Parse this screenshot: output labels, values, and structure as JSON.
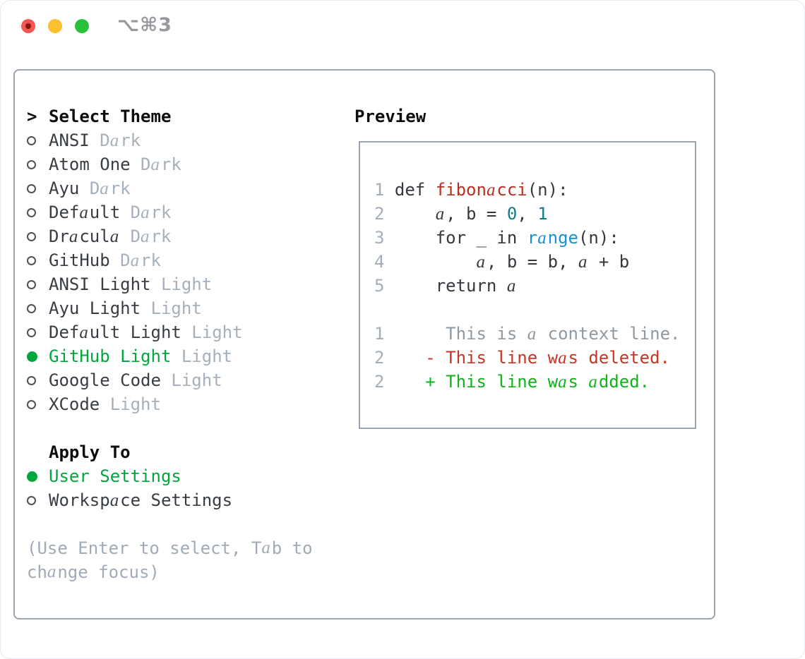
{
  "titlebar": {
    "shortcut": "⌥⌘3",
    "buttons": [
      "close",
      "minimize",
      "zoom"
    ]
  },
  "colors": {
    "selection_green": "#00a73c",
    "added_green": "#12b21a",
    "deleted_red": "#c93522",
    "function_red": "#b9301f",
    "literal_teal": "#0e7f85",
    "call_blue": "#1591d3",
    "muted_gray": "#a4aeb9",
    "text_dark": "#383d43",
    "border_gray": "#9aa3ae",
    "traffic_red": "#f5554f",
    "traffic_yellow": "#fcbf2d",
    "traffic_green": "#2ac13a"
  },
  "theme_panel": {
    "header": {
      "prompt": ">",
      "label": "Select Theme"
    },
    "items": [
      {
        "name": "ANSI",
        "badge": "Dark",
        "selected": false
      },
      {
        "name": "Atom One",
        "badge": "Dark",
        "selected": false
      },
      {
        "name": "Ayu",
        "badge": "Dark",
        "selected": false
      },
      {
        "name": "Default",
        "badge": "Dark",
        "selected": false
      },
      {
        "name": "Dracula",
        "badge": "Dark",
        "selected": false
      },
      {
        "name": "GitHub",
        "badge": "Dark",
        "selected": false
      },
      {
        "name": "ANSI Light",
        "badge": "Light",
        "selected": false
      },
      {
        "name": "Ayu Light",
        "badge": "Light",
        "selected": false
      },
      {
        "name": "Default Light",
        "badge": "Light",
        "selected": false
      },
      {
        "name": "GitHub Light",
        "badge": "Light",
        "selected": true
      },
      {
        "name": "Google Code",
        "badge": "Light",
        "selected": false
      },
      {
        "name": "XCode",
        "badge": "Light",
        "selected": false
      }
    ],
    "apply_to": {
      "header": "Apply To",
      "options": [
        {
          "label": "User Settings",
          "selected": true
        },
        {
          "label": "Workspace Settings",
          "selected": false
        }
      ]
    },
    "hint_lines": [
      "(Use Enter to select, Tab to",
      "change focus)"
    ]
  },
  "preview": {
    "header": "Preview",
    "lines": [
      {
        "num": "1",
        "segments": [
          {
            "t": "def ",
            "c": "code"
          },
          {
            "t": "fibonacci",
            "c": "fn"
          },
          {
            "t": "(n):",
            "c": "code"
          }
        ]
      },
      {
        "num": "2",
        "segments": [
          {
            "t": "    a, b = ",
            "c": "code"
          },
          {
            "t": "0",
            "c": "lit"
          },
          {
            "t": ", ",
            "c": "code"
          },
          {
            "t": "1",
            "c": "lit"
          }
        ]
      },
      {
        "num": "3",
        "segments": [
          {
            "t": "    for _ in ",
            "c": "code"
          },
          {
            "t": "range",
            "c": "call"
          },
          {
            "t": "(n):",
            "c": "code"
          }
        ]
      },
      {
        "num": "4",
        "segments": [
          {
            "t": "        a, b = b, a + b",
            "c": "code"
          }
        ]
      },
      {
        "num": "5",
        "segments": [
          {
            "t": "    return a",
            "c": "code"
          }
        ]
      },
      {
        "num": "",
        "segments": []
      },
      {
        "num": "1",
        "segments": [
          {
            "t": "     This is a context line.",
            "c": "ctx"
          }
        ]
      },
      {
        "num": "2",
        "segments": [
          {
            "t": "   - This line was deleted.",
            "c": "del"
          }
        ]
      },
      {
        "num": "2",
        "segments": [
          {
            "t": "   + This line was added.",
            "c": "add"
          }
        ]
      }
    ]
  }
}
